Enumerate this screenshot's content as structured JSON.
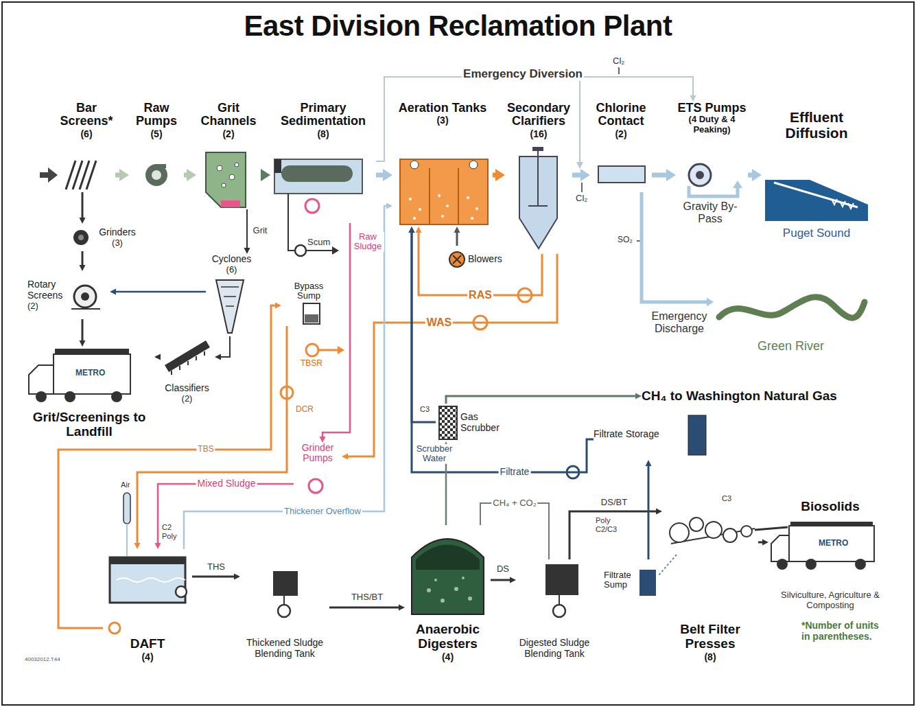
{
  "diagram": {
    "title": "East Division Reclamation Plant",
    "nodes": [
      {
        "text": [
          "Bar Screens*",
          "(6)"
        ]
      },
      {
        "text": [
          "Raw Pumps",
          "(5)"
        ]
      },
      {
        "text": [
          "Grit Channels",
          "(2)"
        ]
      },
      {
        "text": [
          "Primary Sedimentation",
          "(8)"
        ]
      },
      {
        "text": [
          "Aeration Tanks",
          "(3)"
        ]
      },
      {
        "text": [
          "Secondary Clarifiers",
          "(16)"
        ]
      },
      {
        "text": [
          "Chlorine Contact",
          "(2)"
        ]
      },
      {
        "text": [
          "ETS Pumps",
          "(4 Duty & 4 Peaking)"
        ]
      },
      {
        "text": [
          "Effluent Diffusion",
          "Puget Sound"
        ]
      },
      {
        "text": [
          "Green River"
        ]
      },
      {
        "text": [
          "Grinders",
          "(3)"
        ]
      },
      {
        "text": [
          "Rotary Screens",
          "(2)"
        ]
      },
      {
        "text": [
          "Grit/Screenings to Landfill"
        ]
      },
      {
        "text": [
          "Cyclones",
          "(6)"
        ]
      },
      {
        "text": [
          "Classifiers",
          "(2)"
        ]
      },
      {
        "text": [
          "Bypass Sump"
        ]
      },
      {
        "text": [
          "DAFT",
          "(4)"
        ]
      },
      {
        "text": [
          "Thickened Sludge Blending Tank"
        ]
      },
      {
        "text": [
          "Anaerobic Digesters",
          "(4)"
        ]
      },
      {
        "text": [
          "Digested Sludge Blending Tank"
        ]
      },
      {
        "text": [
          "Belt Filter Presses",
          "(8)"
        ]
      },
      {
        "text": [
          "Biosolids",
          "Silviculture, Agriculture & Composting"
        ]
      },
      {
        "text": [
          "Filtrate Sump"
        ]
      },
      {
        "text": [
          "Filtrate Storage"
        ]
      },
      {
        "text": [
          "Gas Scrubber"
        ]
      },
      {
        "text": [
          "CH₄ to Washington Natural Gas"
        ]
      },
      {
        "text": [
          "Blowers"
        ]
      },
      {
        "text": [
          "Grinder Pumps"
        ]
      }
    ],
    "edges": [
      {
        "from": 0,
        "to": 1,
        "arrow": "to"
      },
      {
        "from": 1,
        "to": 2,
        "arrow": "to"
      },
      {
        "from": 2,
        "to": 3,
        "arrow": "to"
      },
      {
        "from": 3,
        "to": 4,
        "arrow": "to"
      },
      {
        "from": 4,
        "to": 5,
        "arrow": "to"
      },
      {
        "from": 5,
        "to": 6,
        "arrow": "to"
      },
      {
        "from": 6,
        "to": 7,
        "arrow": "to"
      },
      {
        "from": 7,
        "to": 8,
        "arrow": "to"
      },
      {
        "from": 6,
        "to": 9,
        "label": "Emergency Discharge",
        "arrow": "to"
      },
      {
        "from": 3,
        "to": 7,
        "label": "Emergency Diversion",
        "arrow": "to"
      },
      {
        "from": 0,
        "to": 10,
        "arrow": "to"
      },
      {
        "from": 10,
        "to": 11,
        "arrow": "to"
      },
      {
        "from": 11,
        "to": 12,
        "arrow": "to"
      },
      {
        "from": 2,
        "to": 13,
        "label": "Grit",
        "arrow": "to"
      },
      {
        "from": 13,
        "to": 14,
        "arrow": "to"
      },
      {
        "from": 13,
        "to": 11,
        "arrow": "to"
      },
      {
        "from": 14,
        "to": 12,
        "arrow": "to"
      },
      {
        "from": 3,
        "to": 27,
        "label": "Raw Sludge",
        "arrow": "to"
      },
      {
        "from": 27,
        "to": 16,
        "label": "Mixed Sludge",
        "arrow": "to"
      },
      {
        "from": 5,
        "to": 4,
        "label": "RAS",
        "arrow": "to"
      },
      {
        "from": 26,
        "to": 4,
        "arrow": "to"
      },
      {
        "from": 5,
        "to": 27,
        "label": "WAS",
        "arrow": "to"
      },
      {
        "from": 15,
        "to": 16,
        "label": "DCR",
        "arrow": "to"
      },
      {
        "from": 16,
        "to": 15,
        "label": "TBS",
        "arrow": "to"
      },
      {
        "from": 16,
        "to": 4,
        "label": "Thickener Overflow",
        "arrow": "to"
      },
      {
        "from": 16,
        "to": 17,
        "label": "THS",
        "arrow": "to"
      },
      {
        "from": 17,
        "to": 18,
        "label": "THS/BT",
        "arrow": "to"
      },
      {
        "from": 18,
        "to": 19,
        "label": "DS",
        "arrow": "to"
      },
      {
        "from": 18,
        "to": 19,
        "label": "CH₄ + CO₂",
        "arrow": "none"
      },
      {
        "from": 19,
        "to": 20,
        "label": "DS/BT",
        "arrow": "to"
      },
      {
        "from": 20,
        "to": 21,
        "arrow": "to"
      },
      {
        "from": 22,
        "to": 23,
        "arrow": "to"
      },
      {
        "from": 23,
        "to": 4,
        "label": "Filtrate",
        "arrow": "to"
      },
      {
        "from": 18,
        "to": 24,
        "arrow": "to"
      },
      {
        "from": 24,
        "to": 4,
        "label": "Scrubber Water",
        "arrow": "to"
      },
      {
        "from": 24,
        "to": 25,
        "arrow": "to"
      }
    ],
    "labels": [
      "Cl₂",
      "Cl₂",
      "SO₂",
      "Gravity By-Pass",
      "Scum",
      "TBSR",
      "Air",
      "C2 Poly",
      "C3",
      "Poly C2/C3",
      "C3",
      "METRO",
      "METRO",
      "*Number of units in parentheses.",
      "40032012.T44"
    ]
  }
}
